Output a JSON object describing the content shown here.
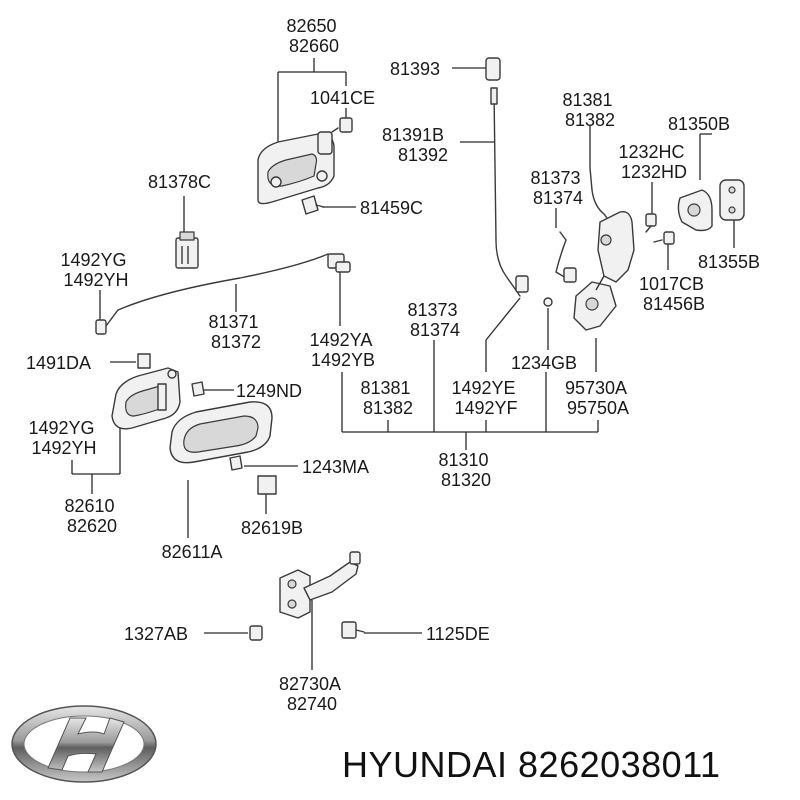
{
  "callouts": [
    {
      "id": "c1",
      "lines": [
        "82650",
        "82660"
      ]
    },
    {
      "id": "c2",
      "lines": [
        "1041CE"
      ]
    },
    {
      "id": "c3",
      "lines": [
        "81378C"
      ]
    },
    {
      "id": "c4",
      "lines": [
        "81459C"
      ]
    },
    {
      "id": "c5",
      "lines": [
        "81393"
      ]
    },
    {
      "id": "c6",
      "lines": [
        "81391B",
        "81392"
      ]
    },
    {
      "id": "c7",
      "lines": [
        "81381",
        "81382"
      ]
    },
    {
      "id": "c8",
      "lines": [
        "81350B"
      ]
    },
    {
      "id": "c9",
      "lines": [
        "1232HC",
        "1232HD"
      ]
    },
    {
      "id": "c10",
      "lines": [
        "81373",
        "81374"
      ]
    },
    {
      "id": "c11",
      "lines": [
        "81355B"
      ]
    },
    {
      "id": "c12",
      "lines": [
        "1017CB",
        "81456B"
      ]
    },
    {
      "id": "c13",
      "lines": [
        "1492YG",
        "1492YH"
      ]
    },
    {
      "id": "c14",
      "lines": [
        "81371",
        "81372"
      ]
    },
    {
      "id": "c15",
      "lines": [
        "81373",
        "81374"
      ]
    },
    {
      "id": "c16",
      "lines": [
        "1492YA",
        "1492YB"
      ]
    },
    {
      "id": "c17",
      "lines": [
        "1234GB"
      ]
    },
    {
      "id": "c18",
      "lines": [
        "1491DA"
      ]
    },
    {
      "id": "c19",
      "lines": [
        "1249ND"
      ]
    },
    {
      "id": "c20",
      "lines": [
        "81381",
        "81382"
      ]
    },
    {
      "id": "c21",
      "lines": [
        "1492YE",
        "1492YF"
      ]
    },
    {
      "id": "c22",
      "lines": [
        "95730A",
        "95750A"
      ]
    },
    {
      "id": "c23",
      "lines": [
        "1492YG",
        "1492YH"
      ]
    },
    {
      "id": "c24",
      "lines": [
        "81310",
        "81320"
      ]
    },
    {
      "id": "c25",
      "lines": [
        "1243MA"
      ]
    },
    {
      "id": "c26",
      "lines": [
        "82610",
        "82620"
      ]
    },
    {
      "id": "c27",
      "lines": [
        "82619B"
      ]
    },
    {
      "id": "c28",
      "lines": [
        "82611A"
      ]
    },
    {
      "id": "c29",
      "lines": [
        "1327AB"
      ]
    },
    {
      "id": "c30",
      "lines": [
        "1125DE"
      ]
    },
    {
      "id": "c31",
      "lines": [
        "82730A",
        "82740"
      ]
    }
  ],
  "brand": {
    "text": "HYUNDAI 8262038011"
  },
  "colors": {
    "line": "#2a2a2a",
    "part_fill": "#f1f1f1",
    "text": "#1a1a1a"
  },
  "icons": {
    "logo": "hyundai-logo"
  }
}
